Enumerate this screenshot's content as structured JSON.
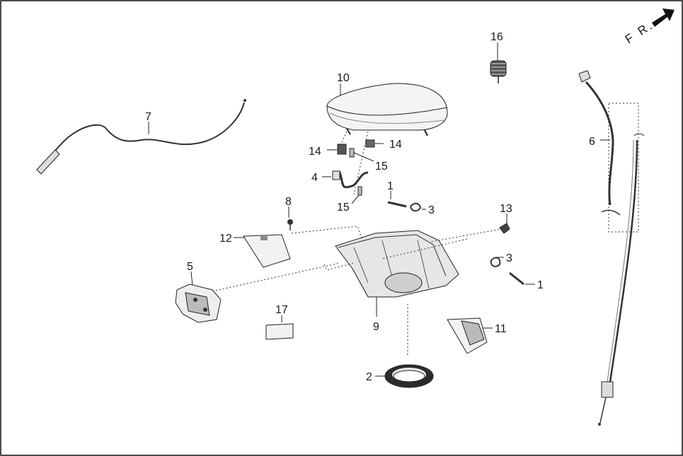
{
  "direction_indicator": {
    "label": "F R.",
    "icon": "forward-arrow-icon"
  },
  "callouts": [
    {
      "id": "c16",
      "text": "16"
    },
    {
      "id": "c10",
      "text": "10"
    },
    {
      "id": "c7",
      "text": "7"
    },
    {
      "id": "c6",
      "text": "6"
    },
    {
      "id": "c14a",
      "text": "14"
    },
    {
      "id": "c14b",
      "text": "14"
    },
    {
      "id": "c15a",
      "text": "15"
    },
    {
      "id": "c4",
      "text": "4"
    },
    {
      "id": "c1a",
      "text": "1"
    },
    {
      "id": "c15b",
      "text": "15"
    },
    {
      "id": "c3a",
      "text": "3"
    },
    {
      "id": "c8",
      "text": "8"
    },
    {
      "id": "c13",
      "text": "13"
    },
    {
      "id": "c12",
      "text": "12"
    },
    {
      "id": "c3b",
      "text": "3"
    },
    {
      "id": "c5",
      "text": "5"
    },
    {
      "id": "c1b",
      "text": "1"
    },
    {
      "id": "c17",
      "text": "17"
    },
    {
      "id": "c9",
      "text": "9"
    },
    {
      "id": "c11",
      "text": "11"
    },
    {
      "id": "c2",
      "text": "2"
    }
  ],
  "colors": {
    "line": "#222222",
    "part_fill": "#f2f2f2",
    "dark": "#2b2b2b",
    "frame": "#111111"
  }
}
